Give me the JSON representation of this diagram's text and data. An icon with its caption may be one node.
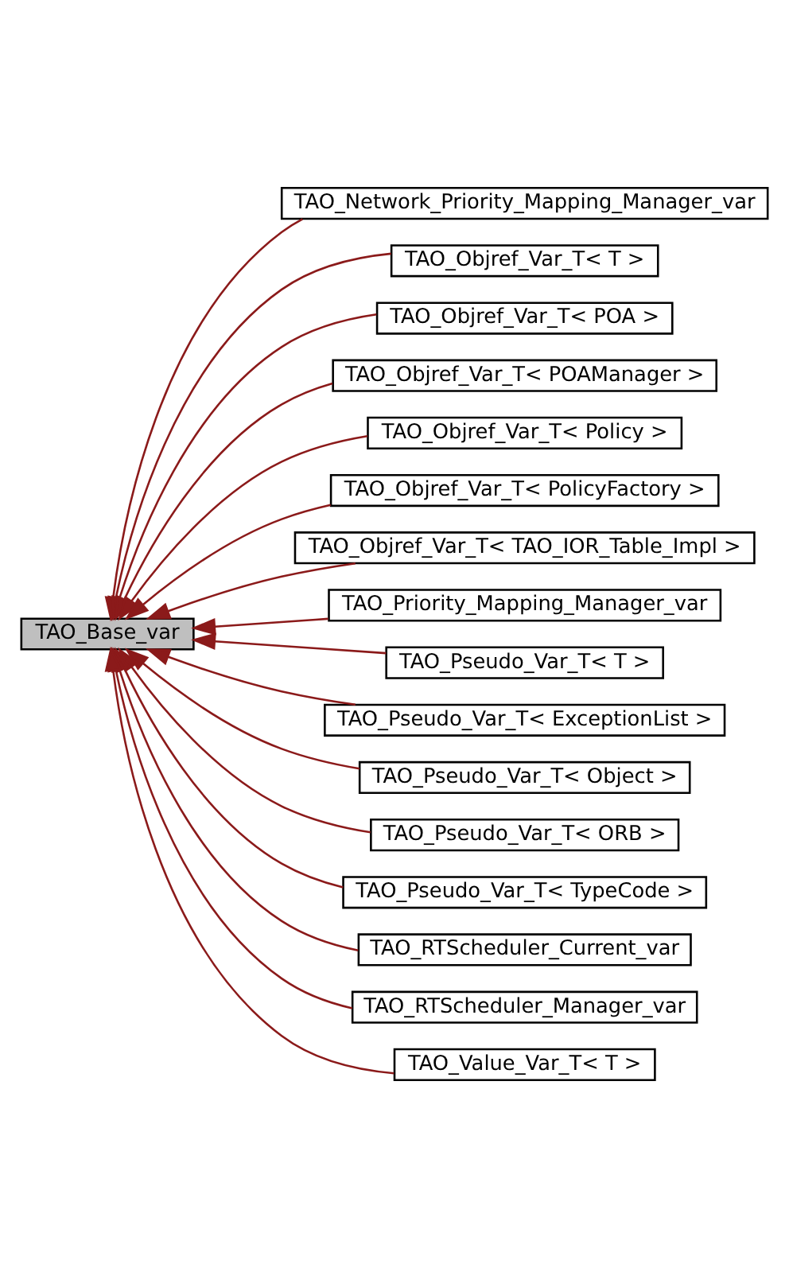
{
  "diagram": {
    "nodes": [
      {
        "text": [
          "TAO_Base_var"
        ]
      },
      {
        "text": [
          "TAO_Network_Priority_Mapping_Manager_var"
        ]
      },
      {
        "text": [
          "TAO_Objref_Var_T< T >"
        ]
      },
      {
        "text": [
          "TAO_Objref_Var_T< POA >"
        ]
      },
      {
        "text": [
          "TAO_Objref_Var_T< POAManager >"
        ]
      },
      {
        "text": [
          "TAO_Objref_Var_T< Policy >"
        ]
      },
      {
        "text": [
          "TAO_Objref_Var_T< PolicyFactory >"
        ]
      },
      {
        "text": [
          "TAO_Objref_Var_T< TAO_IOR_Table_Impl >"
        ]
      },
      {
        "text": [
          "TAO_Priority_Mapping_Manager_var"
        ]
      },
      {
        "text": [
          "TAO_Pseudo_Var_T< T >"
        ]
      },
      {
        "text": [
          "TAO_Pseudo_Var_T< ExceptionList >"
        ]
      },
      {
        "text": [
          "TAO_Pseudo_Var_T< Object >"
        ]
      },
      {
        "text": [
          "TAO_Pseudo_Var_T< ORB >"
        ]
      },
      {
        "text": [
          "TAO_Pseudo_Var_T< TypeCode >"
        ]
      },
      {
        "text": [
          "TAO_RTScheduler_Current_var"
        ]
      },
      {
        "text": [
          "TAO_RTScheduler_Manager_var"
        ]
      },
      {
        "text": [
          "TAO_Value_Var_T< T >"
        ]
      }
    ],
    "edges": [
      {
        "from": 1,
        "to": 0,
        "arrow": "to"
      },
      {
        "from": 2,
        "to": 0,
        "arrow": "to"
      },
      {
        "from": 3,
        "to": 0,
        "arrow": "to"
      },
      {
        "from": 4,
        "to": 0,
        "arrow": "to"
      },
      {
        "from": 5,
        "to": 0,
        "arrow": "to"
      },
      {
        "from": 6,
        "to": 0,
        "arrow": "to"
      },
      {
        "from": 7,
        "to": 0,
        "arrow": "to"
      },
      {
        "from": 8,
        "to": 0,
        "arrow": "to"
      },
      {
        "from": 9,
        "to": 0,
        "arrow": "to"
      },
      {
        "from": 10,
        "to": 0,
        "arrow": "to"
      },
      {
        "from": 11,
        "to": 0,
        "arrow": "to"
      },
      {
        "from": 12,
        "to": 0,
        "arrow": "to"
      },
      {
        "from": 13,
        "to": 0,
        "arrow": "to"
      },
      {
        "from": 14,
        "to": 0,
        "arrow": "to"
      },
      {
        "from": 15,
        "to": 0,
        "arrow": "to"
      },
      {
        "from": 16,
        "to": 0,
        "arrow": "to"
      }
    ]
  }
}
